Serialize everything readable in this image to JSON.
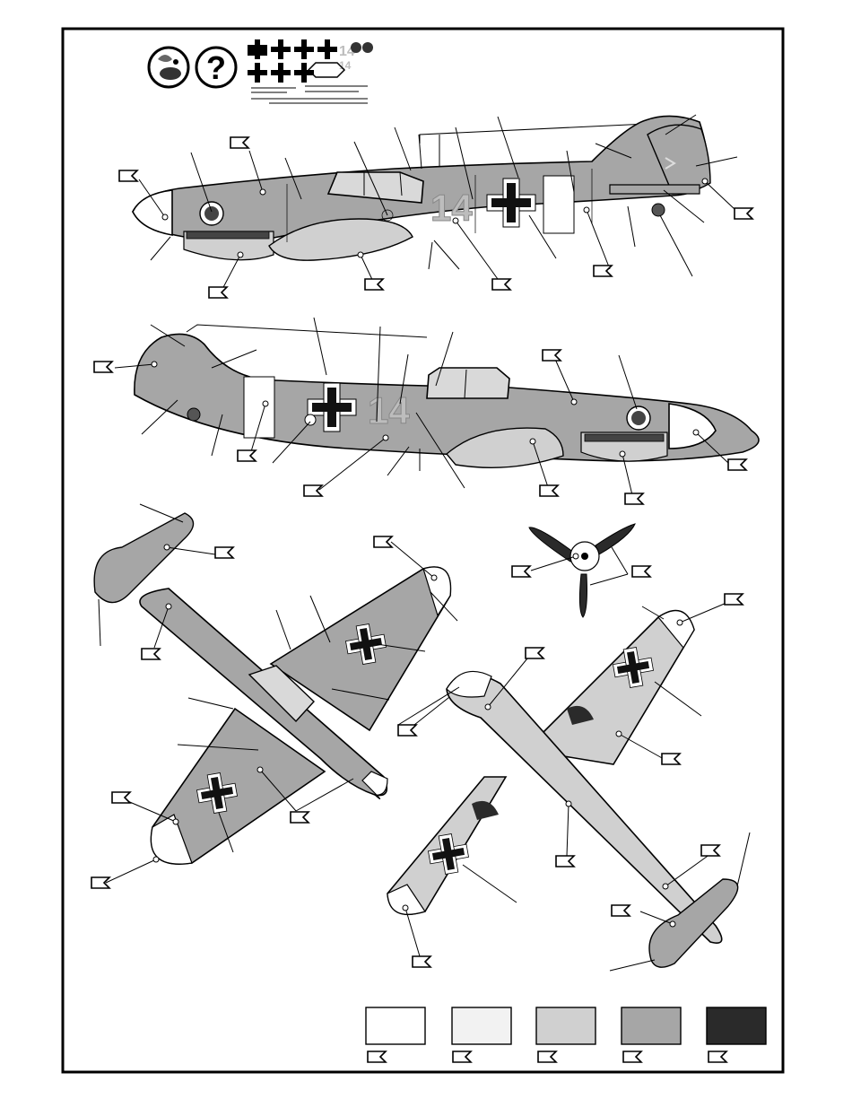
{
  "sheet": {
    "aircraft_code": "14",
    "decal_code_top": "14",
    "decal_code_bottom": "14",
    "question_symbol": "?"
  },
  "icons": {
    "emblem": "duck-emblem-icon",
    "help": "question-icon",
    "callout": "flag-tag-icon",
    "cross": "balkenkreuz-icon"
  },
  "colors": {
    "outline": "#000000",
    "light_grey": "#d0d0d0",
    "mid_grey": "#a6a6a6",
    "dark": "#2a2a2a",
    "white": "#ffffff",
    "near_white": "#f2f2f2",
    "spinner_white": "#ffffff"
  },
  "swatches": [
    {
      "name": "white",
      "color": "#ffffff"
    },
    {
      "name": "near-white",
      "color": "#f2f2f2"
    },
    {
      "name": "light-grey",
      "color": "#d0d0d0"
    },
    {
      "name": "mid-grey",
      "color": "#a6a6a6"
    },
    {
      "name": "dark-grey",
      "color": "#2a2a2a"
    }
  ]
}
